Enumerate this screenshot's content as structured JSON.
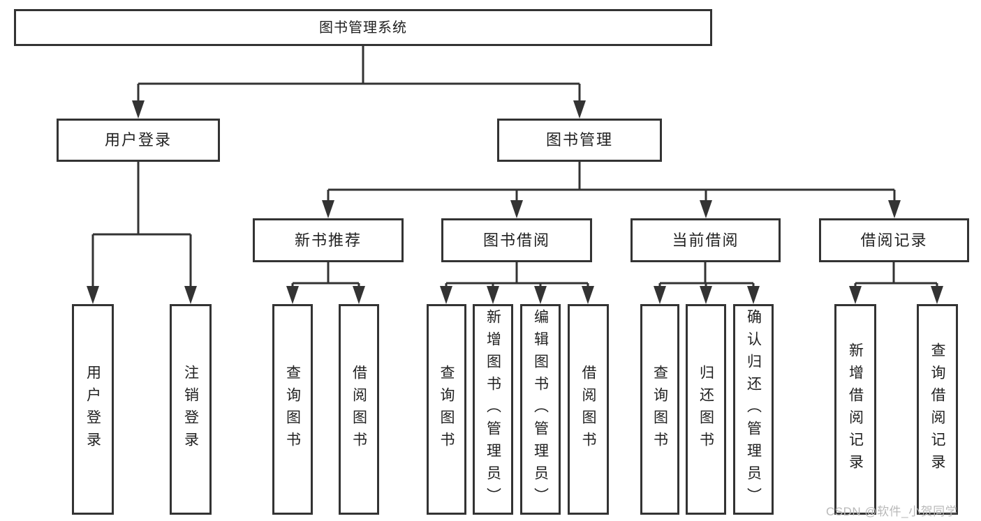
{
  "colors": {
    "line": "#333333",
    "box_border": "#333333",
    "text": "#212121",
    "watermark": "#b9b9b9",
    "background": "#ffffff"
  },
  "diagram": {
    "root": "图书管理系统",
    "level2": [
      {
        "label": "用户登录"
      },
      {
        "label": "图书管理"
      }
    ],
    "level3": [
      {
        "label": "新书推荐"
      },
      {
        "label": "图书借阅"
      },
      {
        "label": "当前借阅"
      },
      {
        "label": "借阅记录"
      }
    ],
    "leaves": {
      "user_login": [
        "用户登录",
        "注销登录"
      ],
      "new_books": [
        "查询图书",
        "借阅图书"
      ],
      "book_borrow": [
        "查询图书",
        "新增图书（管理员）",
        "编辑图书（管理员）",
        "借阅图书"
      ],
      "current_borrow": [
        "查询图书",
        "归还图书",
        "确认归还（管理员）"
      ],
      "borrow_records": [
        "新增借阅记录",
        "查询借阅记录"
      ]
    },
    "watermark": "CSDN @软件_小贺同学"
  }
}
